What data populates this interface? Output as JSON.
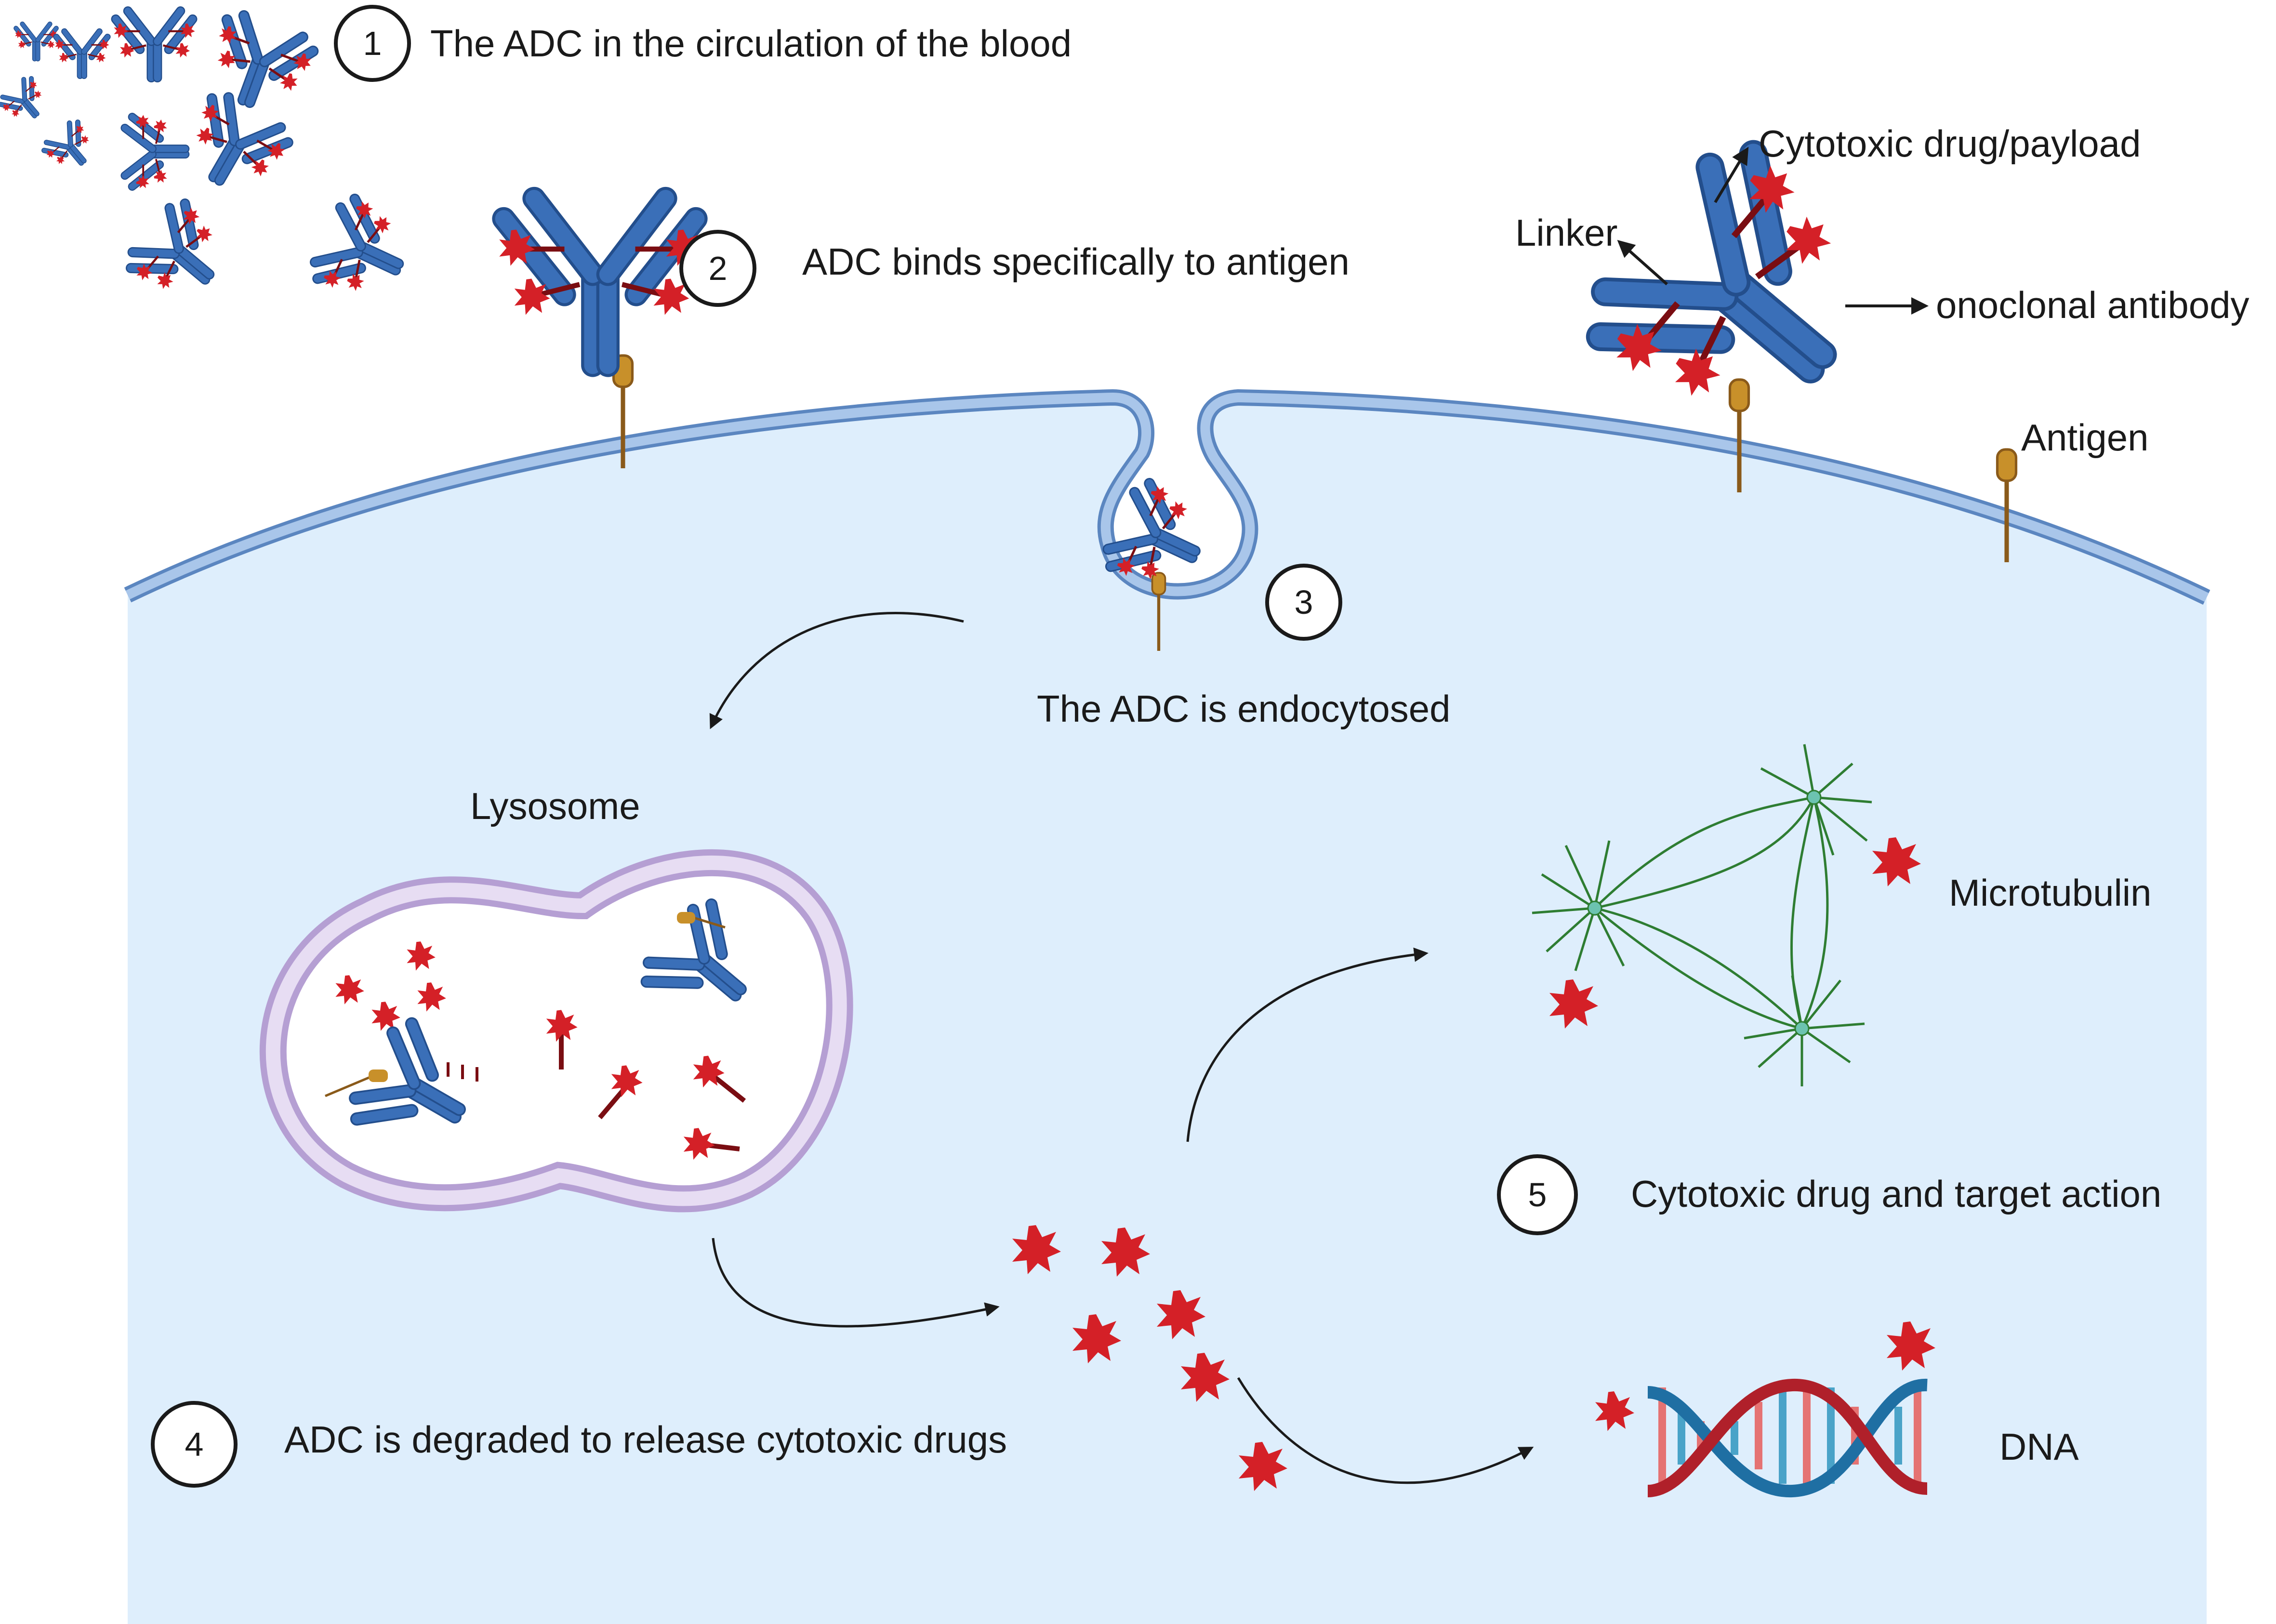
{
  "steps": [
    {
      "number": "1",
      "label": "The ADC in the circulation of the blood"
    },
    {
      "number": "2",
      "label": "ADC binds specifically to antigen"
    },
    {
      "number": "3",
      "label": "The ADC is  endocytosed"
    },
    {
      "number": "4",
      "label": "ADC is degraded to release cytotoxic drugs"
    },
    {
      "number": "5",
      "label": "Cytotoxic drug and target action"
    }
  ],
  "legend": {
    "payload": "Cytotoxic drug/payload",
    "linker": "Linker",
    "antibody": "onoclonal antibody",
    "antigen": "Antigen"
  },
  "labels": {
    "lysosome": "Lysosome",
    "microtubulin": "Microtubulin",
    "dna": "DNA"
  },
  "colors": {
    "antibody": "#3a6fb8",
    "payload": "#d42027",
    "linker": "#7a0d12",
    "antigen": "#c8902a",
    "cytoplasm": "#deeefc",
    "membrane": "#8fb2dc",
    "lysosome_membrane": "#c9b8de",
    "microtubule": "#2e7d32",
    "dna_blue": "#1f6fa3",
    "dna_red": "#b0202a"
  }
}
